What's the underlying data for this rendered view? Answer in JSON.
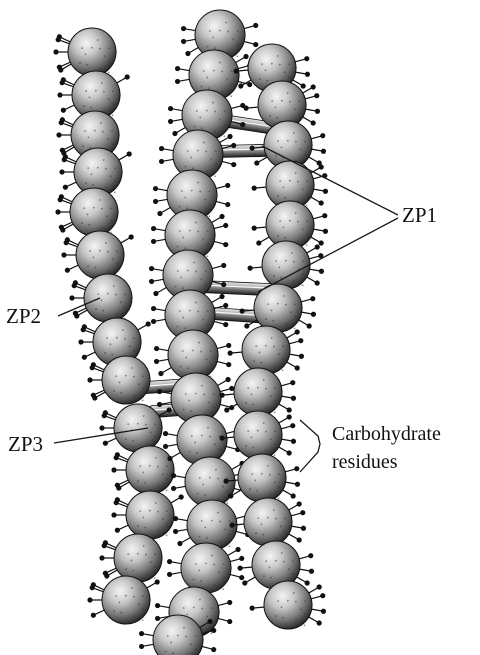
{
  "labels": {
    "zp1": "ZP1",
    "zp2": "ZP2",
    "zp3": "ZP3",
    "carbohydrate_line1": "Carbohydrate",
    "carbohydrate_line2": "residues"
  },
  "colors": {
    "sphere_light": "#f4f4f4",
    "sphere_mid": "#9a9a9a",
    "sphere_dark": "#2a2a2a",
    "spike": "#111111",
    "background": "#ffffff"
  }
}
